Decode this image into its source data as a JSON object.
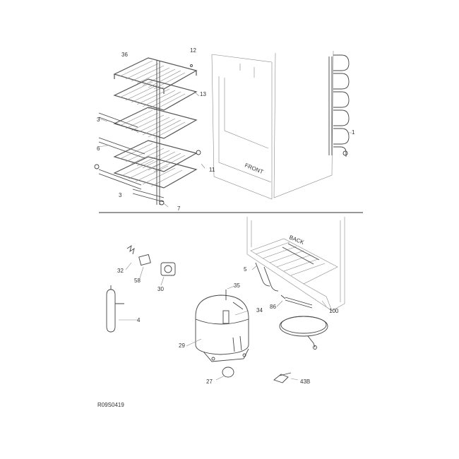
{
  "figure_id": "R09S0419",
  "colors": {
    "line": "#444444",
    "light_line": "#888888",
    "divider": "#777777",
    "text": "#333333"
  },
  "callouts": [
    "36",
    "12",
    "13",
    "3",
    "6",
    "11",
    "3",
    "7",
    "1",
    "32",
    "58",
    "30",
    "35",
    "5",
    "86",
    "34",
    "100",
    "4",
    "29",
    "27",
    "43B"
  ],
  "orientation_labels": {
    "front": "FRONT",
    "back": "BACK"
  }
}
